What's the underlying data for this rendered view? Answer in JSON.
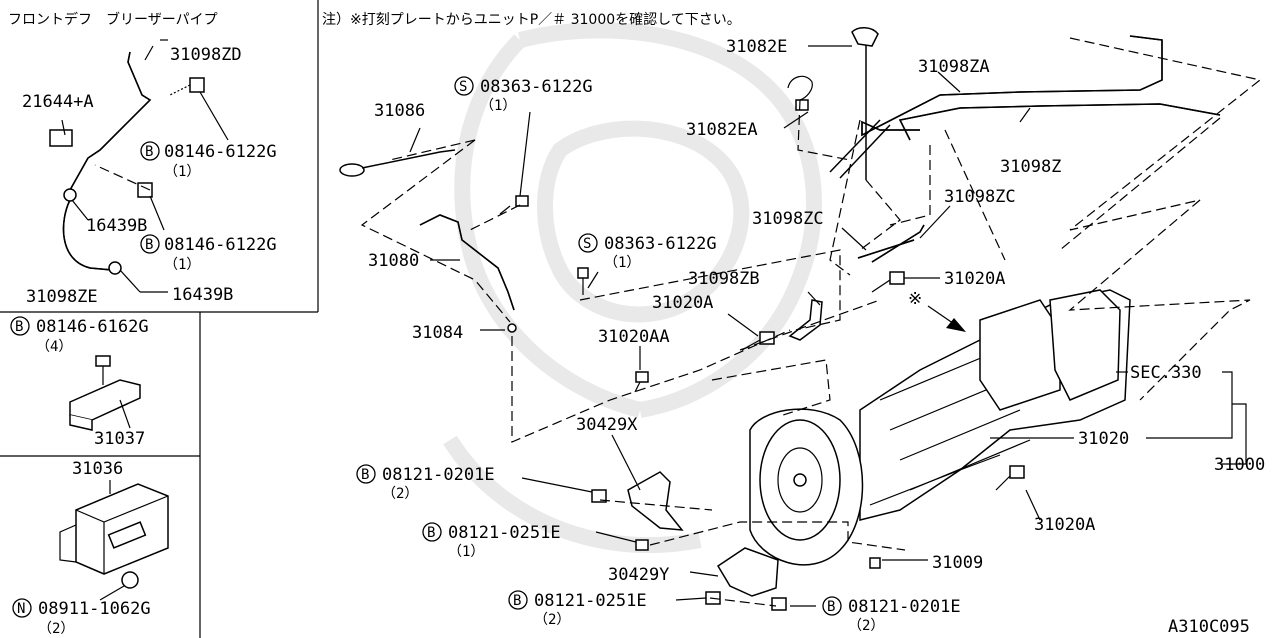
{
  "header": {
    "note": "注）※打刻プレートからユニットP／＃ 31000を確認して下さい。",
    "inset_title": "フロントデフ　ブリーザーパイプ",
    "drawing_code": "A310C095"
  },
  "inset_breather": {
    "labels": {
      "p31098ZD": "31098ZD",
      "p21644A": "21644+A",
      "b1_code": "08146-6122G",
      "b1_qty": "（1）",
      "p16439B_a": "16439B",
      "b2_code": "08146-6122G",
      "b2_qty": "（1）",
      "p31098ZE": "31098ZE",
      "p16439B_b": "16439B"
    }
  },
  "inset_bracket": {
    "b_code": "08146-6162G",
    "b_qty": "（4）",
    "part": "31037"
  },
  "inset_module": {
    "part": "31036",
    "n_code": "08911-1062G",
    "n_qty": "（2）"
  },
  "main": {
    "p31082E": "31082E",
    "p31098ZA": "31098ZA",
    "p31082EA": "31082EA",
    "p31098Z": "31098Z",
    "s1_code": "08363-6122G",
    "s1_qty": "（1）",
    "p31086": "31086",
    "p31098ZC_a": "31098ZC",
    "p31098ZC_b": "31098ZC",
    "s2_code": "08363-6122G",
    "s2_qty": "（1）",
    "p31080": "31080",
    "p31098ZB": "31098ZB",
    "p31020A_a": "31020A",
    "p31020A_b": "31020A",
    "p31084": "31084",
    "p31020AA": "31020AA",
    "ref_mark": "※",
    "sec": "SEC.330",
    "p31020": "31020",
    "p31000": "31000",
    "p30429X": "30429X",
    "b3_code": "08121-0201E",
    "b3_qty": "（2）",
    "b4_code": "08121-0251E",
    "b4_qty": "（1）",
    "p31020A_c": "31020A",
    "p31009": "31009",
    "p30429Y": "30429Y",
    "b5_code": "08121-0251E",
    "b5_qty": "（2）",
    "b6_code": "08121-0201E",
    "b6_qty": "（2）"
  },
  "symbols": {
    "bolt": "B",
    "screw": "S",
    "nut": "N"
  }
}
